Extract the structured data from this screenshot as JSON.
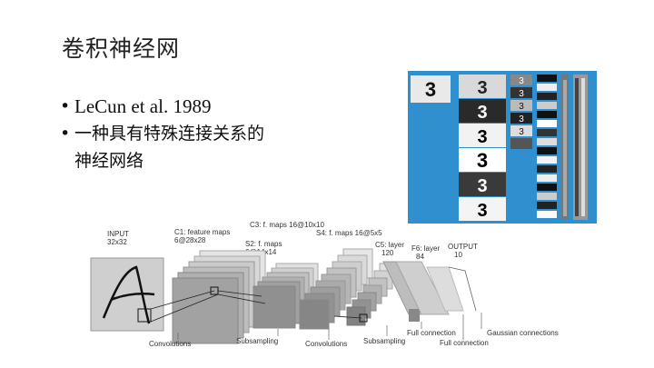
{
  "slide": {
    "title": "卷积神经网",
    "bullets": [
      {
        "text": "LeCun et al. 1989",
        "lines": [
          "LeCun et al. 1989"
        ]
      },
      {
        "text": "一种具有特殊连接关系的神经网络",
        "lines": [
          "一种具有特殊连接关系的",
          "神经网络"
        ]
      }
    ]
  },
  "mnist_figure": {
    "input_digit": "3",
    "background_color": "#2f8fcf"
  },
  "cnn_diagram": {
    "layer_labels": {
      "input": [
        "INPUT",
        "32x32"
      ],
      "c1": [
        "C1: feature maps",
        "6@28x28"
      ],
      "s2": [
        "S2: f. maps",
        "6@14x14"
      ],
      "c3": [
        "C3: f. maps 16@10x10"
      ],
      "s4": [
        "S4: f. maps 16@5x5"
      ],
      "c5": [
        "C5: layer",
        "120"
      ],
      "f6": [
        "F6: layer",
        "84"
      ],
      "output": [
        "OUTPUT",
        "10"
      ]
    },
    "operations_row1": [
      "Convolutions",
      "Subsampling",
      "Convolutions",
      "Subsampling",
      "Full connection"
    ],
    "operations_row2": [
      "Full connection",
      "Gaussian connections"
    ]
  }
}
